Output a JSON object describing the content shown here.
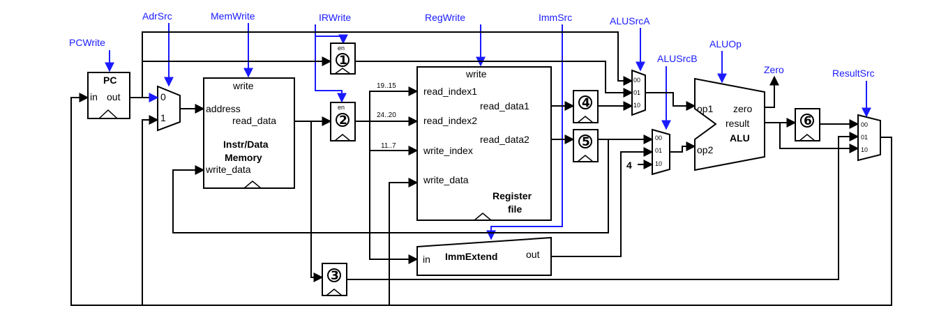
{
  "controls": {
    "pcwrite": "PCWrite",
    "adrsrc": "AdrSrc",
    "memwrite": "MemWrite",
    "irwrite": "IRWrite",
    "regwrite": "RegWrite",
    "immsrc": "ImmSrc",
    "alusrca": "ALUSrcA",
    "alusrcb": "ALUSrcB",
    "aluop": "ALUOp",
    "zero": "Zero",
    "resultsrc": "ResultSrc"
  },
  "pc": {
    "title": "PC",
    "in": "in",
    "out": "out"
  },
  "adr_mux": {
    "in0": "0",
    "in1": "1"
  },
  "memory": {
    "write": "write",
    "address": "address",
    "read_data": "read_data",
    "name1": "Instr/Data",
    "name2": "Memory",
    "write_data": "write_data"
  },
  "registers": {
    "en": "en",
    "r1": "1",
    "r2": "2",
    "r3": "3",
    "r4": "4",
    "r5": "5",
    "r6": "6"
  },
  "regfile": {
    "write": "write",
    "read_index1": "read_index1",
    "read_index2": "read_index2",
    "write_index": "write_index",
    "write_data": "write_data",
    "read_data1": "read_data1",
    "read_data2": "read_data2",
    "name1": "Register",
    "name2": "file"
  },
  "bits": {
    "b1": "19..15",
    "b2": "24..20",
    "b3": "11..7"
  },
  "imm": {
    "in": "in",
    "name": "ImmExtend",
    "out": "out"
  },
  "alusrca_mux": {
    "s0": "00",
    "s1": "01",
    "s2": "10"
  },
  "alusrcb_mux": {
    "s0": "00",
    "s1": "01",
    "s2": "10",
    "const": "4"
  },
  "alu": {
    "op1": "op1",
    "op2": "op2",
    "zero": "zero",
    "result": "result",
    "name": "ALU"
  },
  "result_mux": {
    "s0": "00",
    "s1": "01",
    "s2": "10"
  }
}
